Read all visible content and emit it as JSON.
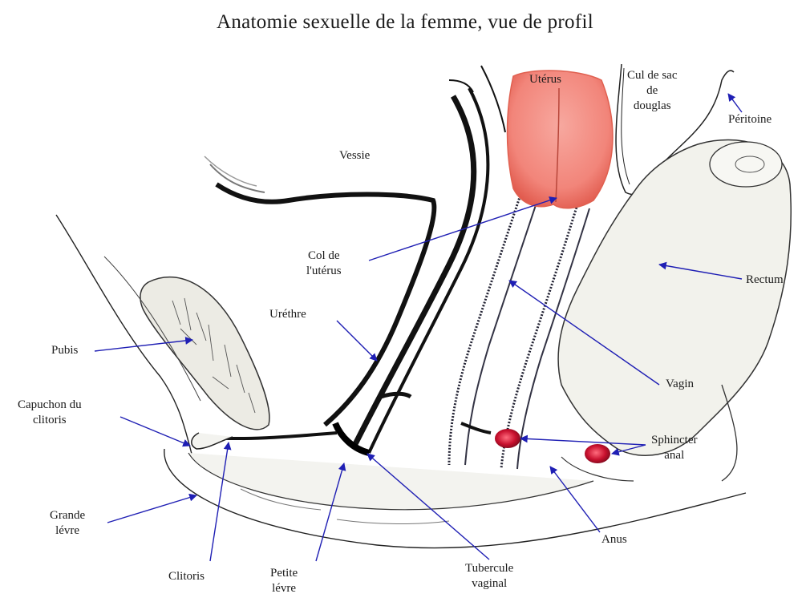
{
  "title": "Anatomie sexuelle de la femme, vue de profil",
  "labels": {
    "uterus": "Utérus",
    "cul_de_sac": [
      "Cul de sac",
      "de",
      "douglas"
    ],
    "peritoine": "Péritoine",
    "vessie": "Vessie",
    "col_uterus": [
      "Col de",
      "l'utérus"
    ],
    "rectum": "Rectum",
    "urethre": "Uréthre",
    "pubis": "Pubis",
    "vagin": "Vagin",
    "capuchon": [
      "Capuchon du",
      "clitoris"
    ],
    "sphincter": [
      "Sphincter",
      "anal"
    ],
    "grande_levre": [
      "Grande",
      "lévre"
    ],
    "anus": "Anus",
    "clitoris": "Clitoris",
    "petite_levre": [
      "Petite",
      "lévre"
    ],
    "tubercule": [
      "Tubercule",
      "vaginal"
    ]
  },
  "colors": {
    "uterus_fill": "#f2857a",
    "sphincter_fill": "#c8102e",
    "arrow": "#1f1fb4",
    "ink": "#111111",
    "tissue": "#f3f3ef"
  }
}
